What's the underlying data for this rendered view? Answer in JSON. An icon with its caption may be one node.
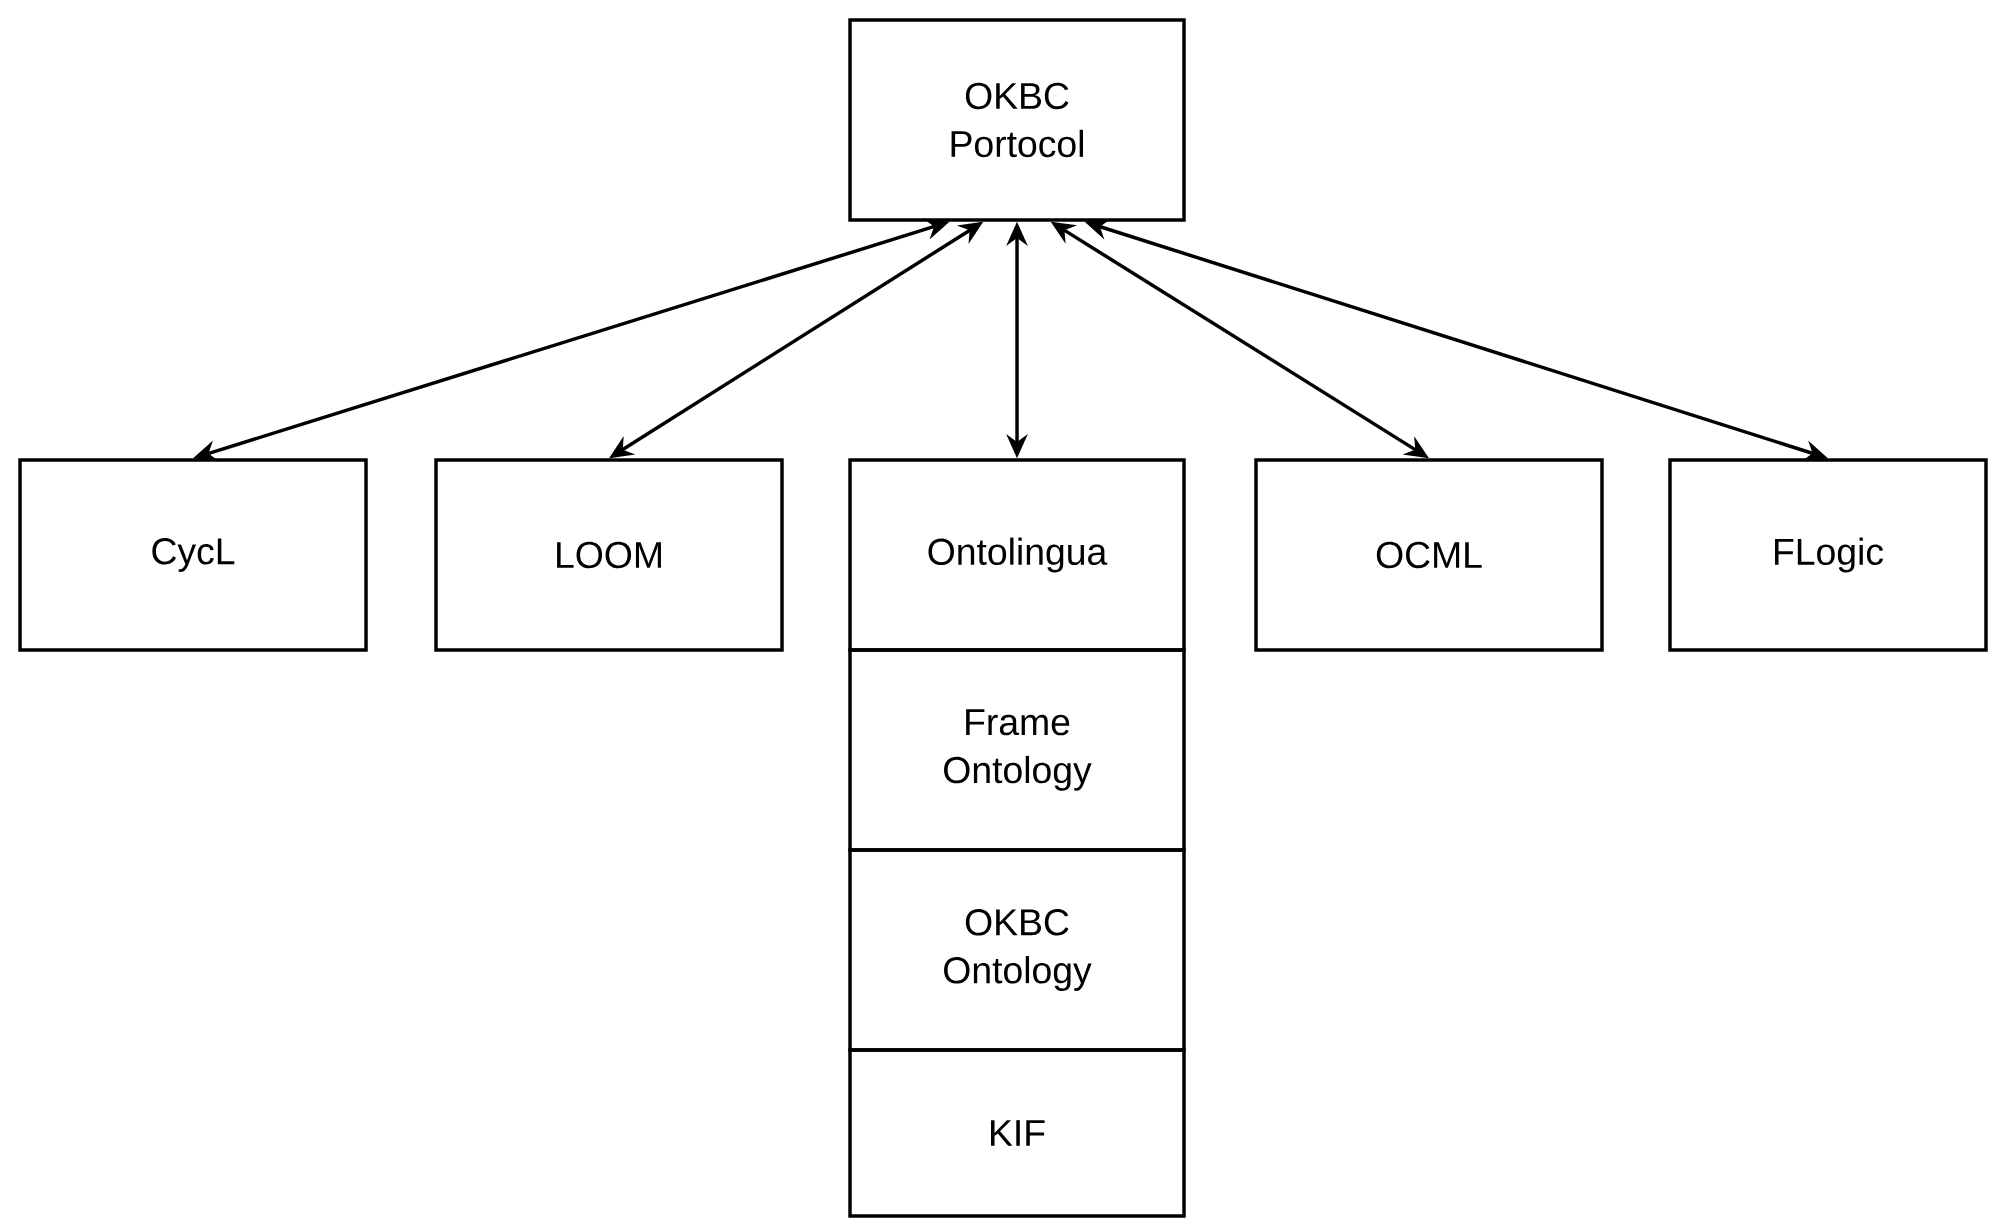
{
  "diagram": {
    "nodes": [
      {
        "text": [
          "OKBC Portocol"
        ]
      },
      {
        "text": [
          "CycL"
        ]
      },
      {
        "text": [
          "LOOM"
        ]
      },
      {
        "text": [
          "Ontolingua"
        ]
      },
      {
        "text": [
          "OCML"
        ]
      },
      {
        "text": [
          "FLogic"
        ]
      },
      {
        "text": [
          "Frame Ontology"
        ]
      },
      {
        "text": [
          "OKBC Ontology"
        ]
      },
      {
        "text": [
          "KIF"
        ]
      }
    ],
    "edges": [
      {
        "from": 0,
        "to": 1,
        "arrow": "both"
      },
      {
        "from": 0,
        "to": 2,
        "arrow": "both"
      },
      {
        "from": 0,
        "to": 3,
        "arrow": "both"
      },
      {
        "from": 0,
        "to": 4,
        "arrow": "both"
      },
      {
        "from": 0,
        "to": 5,
        "arrow": "both"
      }
    ]
  }
}
